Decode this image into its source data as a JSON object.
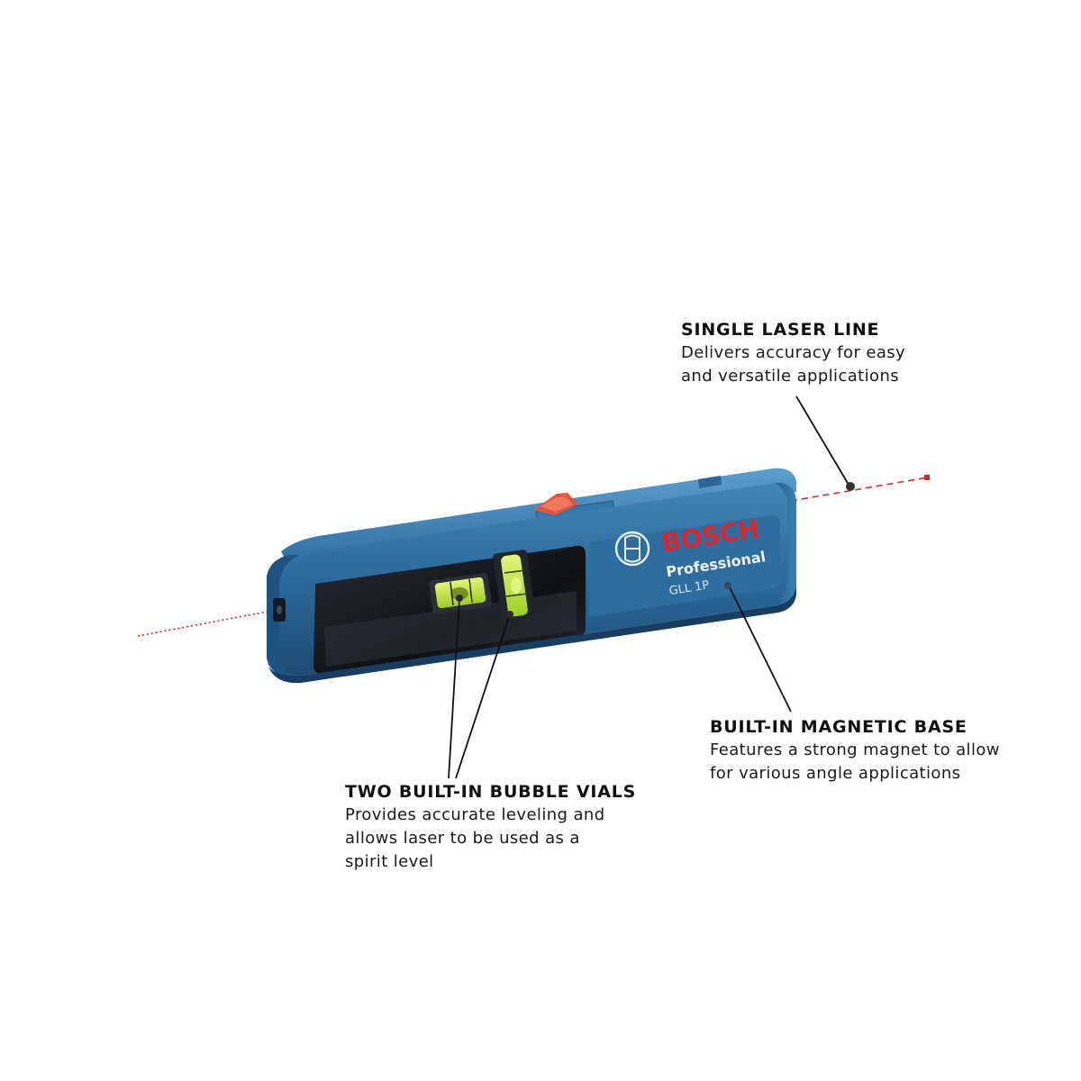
{
  "callouts": {
    "laser": {
      "title": "SINGLE LASER LINE",
      "desc": "Delivers accuracy for easy\nand versatile applications"
    },
    "magnet": {
      "title": "BUILT-IN MAGNETIC BASE",
      "desc": "Features a strong magnet to allow\nfor various angle applications"
    },
    "vials": {
      "title": "TWO BUILT-IN BUBBLE VIALS",
      "desc": "Provides accurate leveling and\nallows laser to be used as a\nspirit level"
    }
  },
  "device": {
    "brand": "BOSCH",
    "line": "Professional",
    "model": "GLL 1P"
  },
  "colors": {
    "body_blue": "#2c6a9c",
    "body_dark": "#1f4f78",
    "window_dark": "#121418",
    "laser_red": "#d8282a",
    "vial_green": "#c6e83a",
    "brand_red": "#d9262c"
  },
  "icons": {
    "brand_mark": "bosch-armature-icon"
  }
}
